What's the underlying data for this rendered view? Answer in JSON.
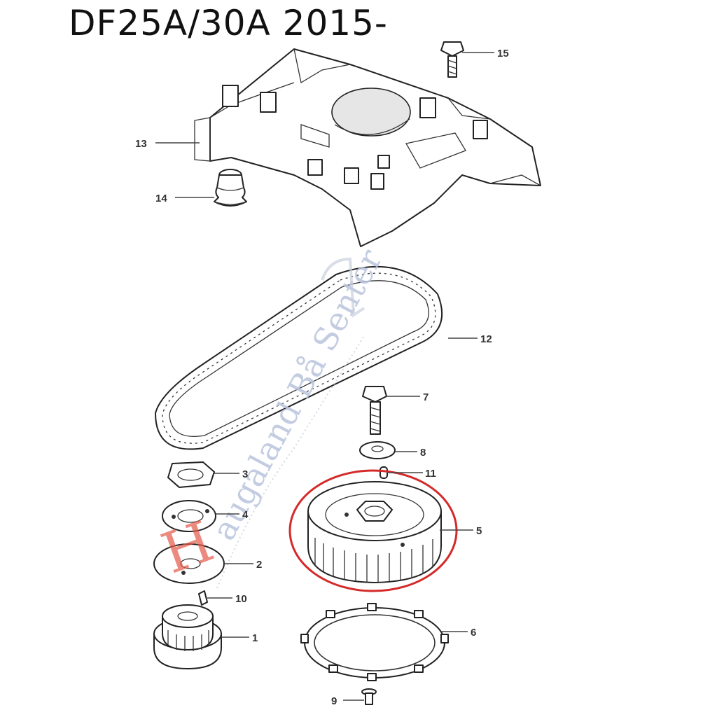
{
  "title": "DF25A/30A 2015-",
  "labels": {
    "p1": "1",
    "p2": "2",
    "p3": "3",
    "p4": "4",
    "p5": "5",
    "p6": "6",
    "p7": "7",
    "p8": "8",
    "p9": "9",
    "p10": "10",
    "p11": "11",
    "p12": "12",
    "p13": "13",
    "p14": "14",
    "p15": "15"
  },
  "watermark": {
    "text": "augaland Bå Senter",
    "initial": "H"
  },
  "highlight": {
    "part": "5",
    "color": "#d42a2a"
  }
}
